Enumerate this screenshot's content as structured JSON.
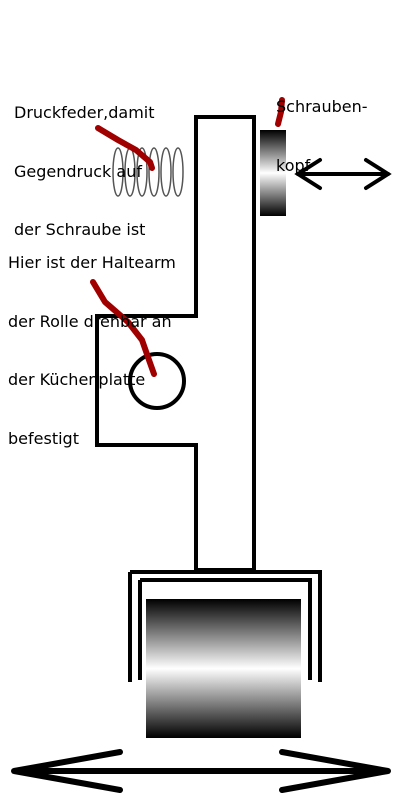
{
  "labels": {
    "spring": [
      "Druckfeder,damit",
      "Gegendruck auf",
      "der Schraube ist"
    ],
    "screw_head": [
      "Schrauben-",
      "kopf"
    ],
    "pivot": [
      "Hier ist der Haltearm",
      "der Rolle drehbar an",
      "der Küchenplatte",
      "befestigt"
    ]
  },
  "colors": {
    "outline": "#000000",
    "annotation_line": "#a00000",
    "spring": "#555555",
    "background": "#ffffff"
  },
  "icons": {
    "screw_arrow": "double-headed-arrow",
    "roller_arrow": "double-headed-arrow"
  }
}
